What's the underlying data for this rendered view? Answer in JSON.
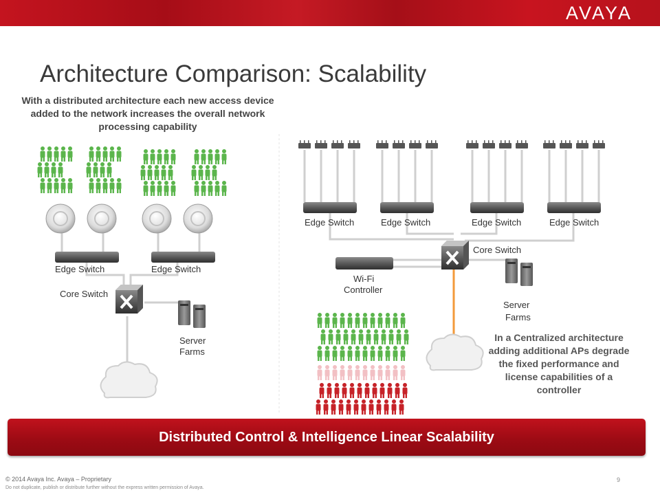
{
  "brand": {
    "logo": "AVAYA",
    "bar_color": "#b5121b"
  },
  "title": "Architecture Comparison: Scalability",
  "left_text": "With a distributed architecture each new access device added to the network increases the overall  network processing capability",
  "right_text": "In a Centralized architecture adding additional APs degrade  the fixed performance and license capabilities of a  controller",
  "left_diagram": {
    "edge_switch_label": "Edge Switch",
    "core_switch_label": "Core Switch",
    "server_label_1": "Server",
    "server_label_2": "Farms"
  },
  "right_diagram": {
    "edge_switch_label": "Edge Switch",
    "core_switch_label": "Core Switch",
    "controller_label_1": "Wi-Fi",
    "controller_label_2": "Controller",
    "server_label_1": "Server",
    "server_label_2": "Farms"
  },
  "colors": {
    "green_user": "#5bb54c",
    "red_user": "#c62228",
    "pink_user": "#f2c0c4",
    "orange_link": "#f39a3a"
  },
  "banner": "Distributed Control & Intelligence Linear Scalability",
  "footer": {
    "copyright": "© 2014 Avaya Inc. Avaya – Proprietary",
    "notice": "Do not duplicate, publish or distribute further without the express written permission of Avaya.",
    "page": "9"
  }
}
